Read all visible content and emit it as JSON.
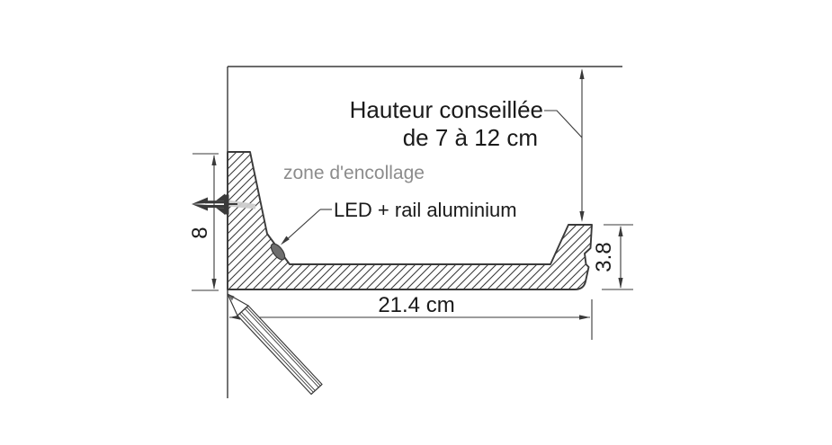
{
  "diagram": {
    "annotations": {
      "recommended_height_line1": "Hauteur conseillée",
      "recommended_height_line2": "de 7 à 12 cm",
      "glue_zone": "zone d'encollage",
      "led_rail": "LED + rail aluminium"
    },
    "dimensions": {
      "wall_side_height": "8",
      "front_lip_height": "3.8",
      "base_width": "21.4 cm"
    },
    "colors": {
      "line": "#3a3a3a",
      "text": "#1a1a1a",
      "muted-text": "#8c8c8c",
      "led-fill": "#6e6e6e",
      "glue-streak": "#cccccc",
      "background": "#ffffff"
    }
  }
}
